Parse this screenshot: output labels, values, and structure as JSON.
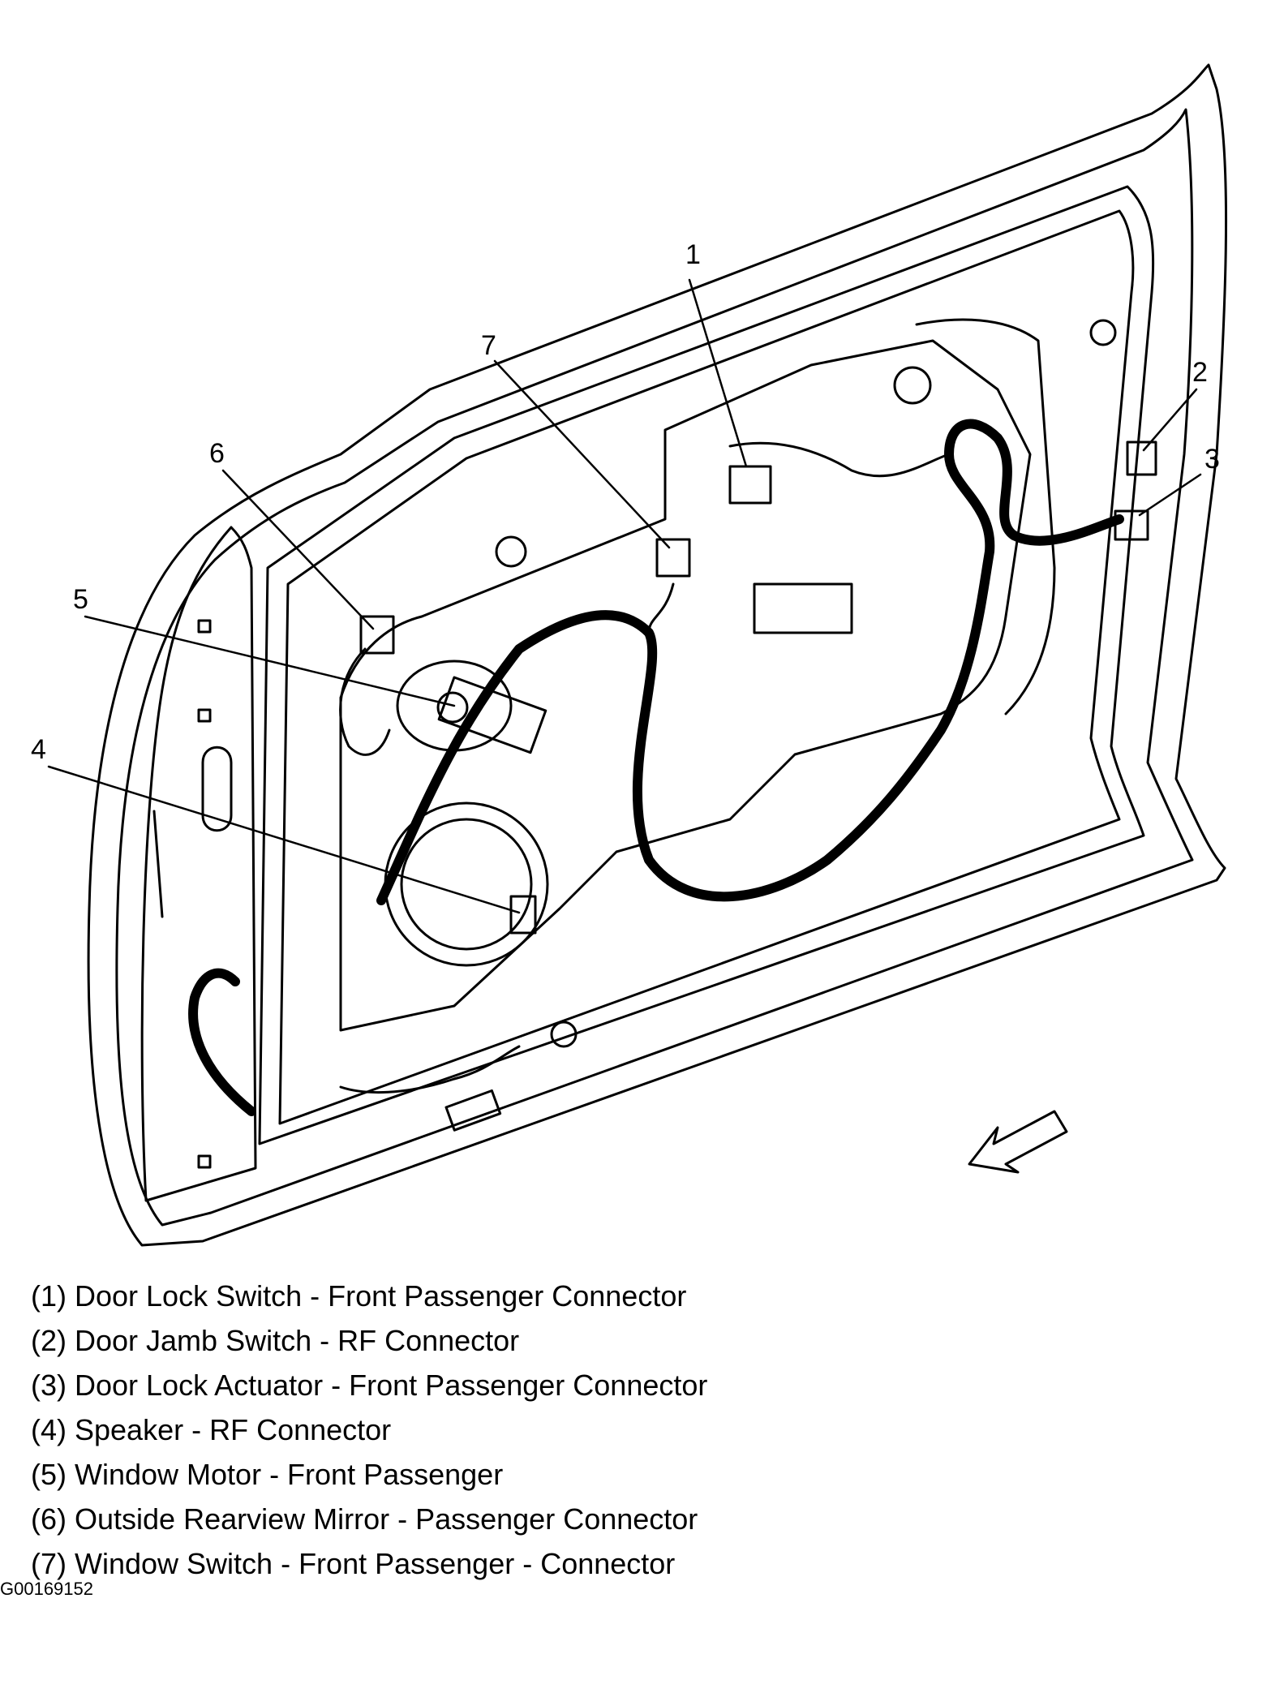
{
  "callouts": [
    {
      "number": "1"
    },
    {
      "number": "2"
    },
    {
      "number": "3"
    },
    {
      "number": "4"
    },
    {
      "number": "5"
    },
    {
      "number": "6"
    },
    {
      "number": "7"
    }
  ],
  "legend": [
    "(1) Door Lock Switch - Front Passenger Connector",
    "(2) Door Jamb Switch - RF Connector",
    "(3) Door Lock Actuator - Front Passenger Connector",
    "(4) Speaker - RF Connector",
    "(5) Window Motor - Front Passenger",
    "(6) Outside Rearview Mirror - Passenger Connector",
    "(7) Window Switch - Front Passenger - Connector"
  ],
  "figure_id": "G00169152",
  "colors": {
    "line": "#000000",
    "background": "#ffffff"
  },
  "icons": [
    "direction-arrow-icon"
  ]
}
